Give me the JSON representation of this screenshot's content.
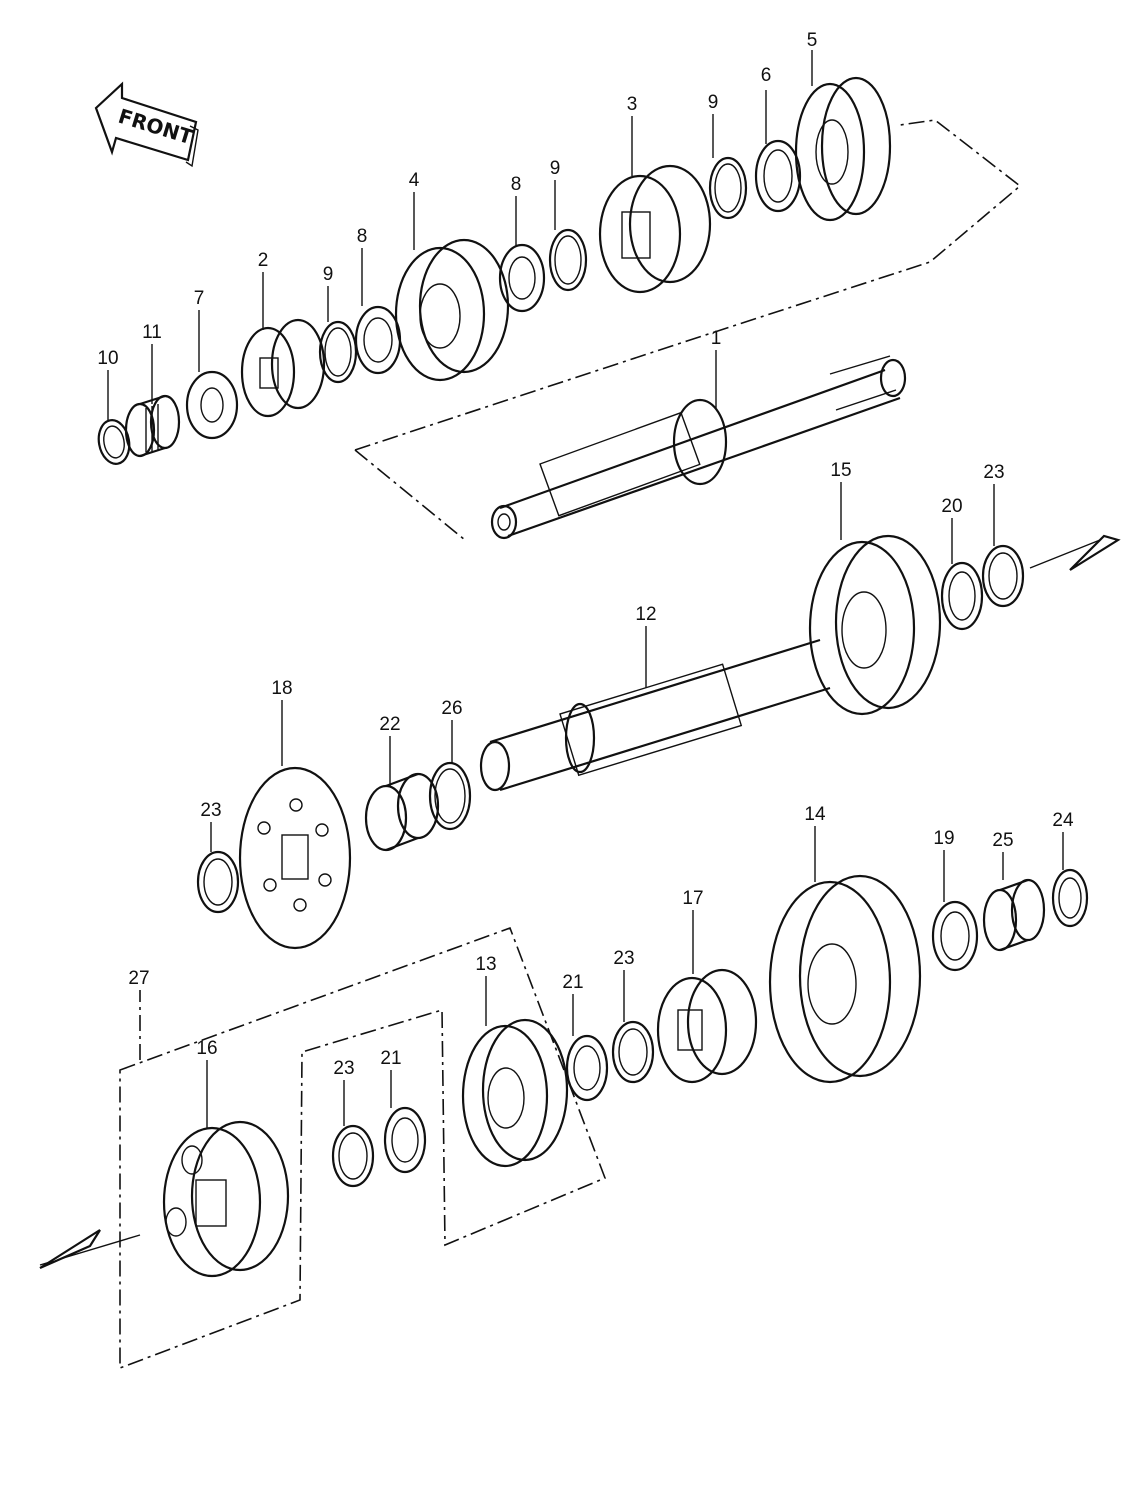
{
  "front_arrow": {
    "label": "FRONT"
  },
  "callouts": [
    {
      "id": "c1",
      "text": "1"
    },
    {
      "id": "c2",
      "text": "2"
    },
    {
      "id": "c3",
      "text": "3"
    },
    {
      "id": "c4",
      "text": "4"
    },
    {
      "id": "c5",
      "text": "5"
    },
    {
      "id": "c6",
      "text": "6"
    },
    {
      "id": "c7",
      "text": "7"
    },
    {
      "id": "c8a",
      "text": "8"
    },
    {
      "id": "c8b",
      "text": "8"
    },
    {
      "id": "c9a",
      "text": "9"
    },
    {
      "id": "c9b",
      "text": "9"
    },
    {
      "id": "c9c",
      "text": "9"
    },
    {
      "id": "c10",
      "text": "10"
    },
    {
      "id": "c11",
      "text": "11"
    },
    {
      "id": "c12",
      "text": "12"
    },
    {
      "id": "c13",
      "text": "13"
    },
    {
      "id": "c14",
      "text": "14"
    },
    {
      "id": "c15",
      "text": "15"
    },
    {
      "id": "c16",
      "text": "16"
    },
    {
      "id": "c17",
      "text": "17"
    },
    {
      "id": "c18",
      "text": "18"
    },
    {
      "id": "c19",
      "text": "19"
    },
    {
      "id": "c20",
      "text": "20"
    },
    {
      "id": "c21a",
      "text": "21"
    },
    {
      "id": "c21b",
      "text": "21"
    },
    {
      "id": "c22",
      "text": "22"
    },
    {
      "id": "c23a",
      "text": "23"
    },
    {
      "id": "c23b",
      "text": "23"
    },
    {
      "id": "c23c",
      "text": "23"
    },
    {
      "id": "c23d",
      "text": "23"
    },
    {
      "id": "c24",
      "text": "24"
    },
    {
      "id": "c25",
      "text": "25"
    },
    {
      "id": "c26",
      "text": "26"
    },
    {
      "id": "c27",
      "text": "27"
    }
  ]
}
